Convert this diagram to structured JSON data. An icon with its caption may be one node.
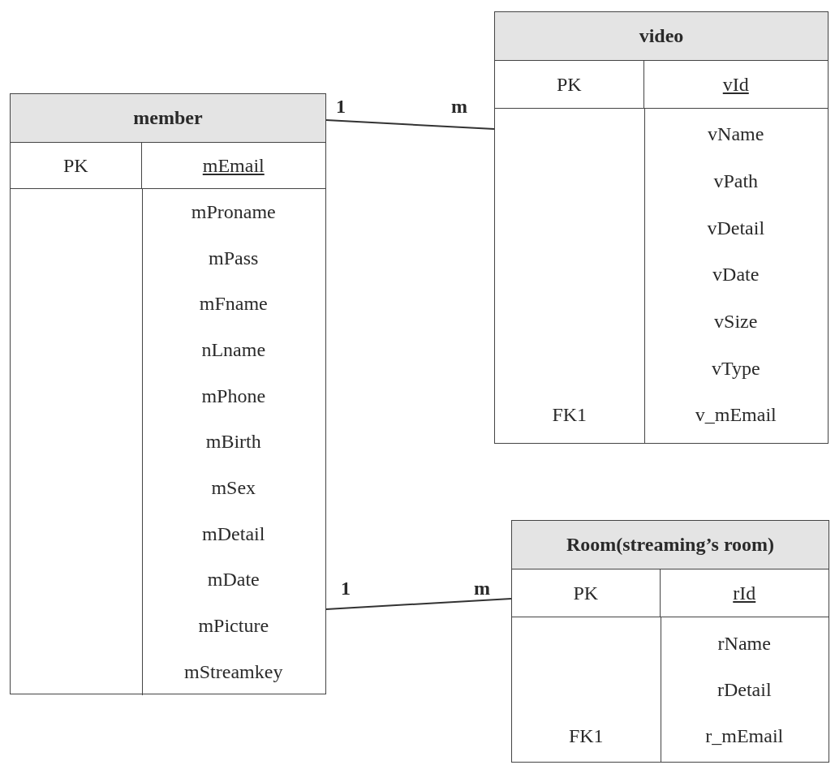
{
  "diagram": {
    "nodes": [
      {
        "text": [
          "member"
        ]
      },
      {
        "text": [
          "PK",
          "mEmail"
        ],
        "in": 0
      },
      {
        "text": [],
        "shape": "box",
        "in": 0
      },
      {
        "text": [
          "mProname"
        ],
        "in": 2
      },
      {
        "text": [
          "mPass"
        ],
        "in": 2
      },
      {
        "text": [
          "mFname"
        ],
        "in": 2
      },
      {
        "text": [
          "nLname"
        ],
        "in": 2
      },
      {
        "text": [
          "mPhone"
        ],
        "in": 2
      },
      {
        "text": [
          "mBirth"
        ],
        "in": 2
      },
      {
        "text": [
          "mSex"
        ],
        "in": 2
      },
      {
        "text": [
          "mDetail"
        ],
        "in": 2
      },
      {
        "text": [
          "mDate"
        ],
        "in": 2
      },
      {
        "text": [
          "mPicture"
        ],
        "in": 2
      },
      {
        "text": [
          "mStreamkey"
        ],
        "in": 2
      },
      {
        "text": [
          "video"
        ]
      },
      {
        "text": [
          "PK",
          "vId"
        ],
        "in": 14
      },
      {
        "text": [],
        "shape": "box",
        "in": 14
      },
      {
        "text": [
          "vName"
        ],
        "in": 16
      },
      {
        "text": [
          "vPath"
        ],
        "in": 16
      },
      {
        "text": [
          "vDetail"
        ],
        "in": 16
      },
      {
        "text": [
          "vDate"
        ],
        "in": 16
      },
      {
        "text": [
          "vSize"
        ],
        "in": 16
      },
      {
        "text": [
          "vType"
        ],
        "in": 16
      },
      {
        "text": [
          "FK1",
          "v_mEmail"
        ],
        "in": 16
      },
      {
        "text": [
          "Room(streaming’s room)"
        ]
      },
      {
        "text": [
          "PK",
          "rId"
        ],
        "in": 24
      },
      {
        "text": [],
        "shape": "box",
        "in": 24
      },
      {
        "text": [
          "rName"
        ],
        "in": 26
      },
      {
        "text": [
          "rDetail"
        ],
        "in": 26
      },
      {
        "text": [
          "FK1",
          "r_mEmail"
        ],
        "in": 26
      }
    ],
    "edges": [
      {
        "from": 0,
        "to": 14,
        "arrow": "none"
      },
      {
        "from": 0,
        "to": 24,
        "arrow": "none"
      }
    ],
    "labels": [
      "1",
      "m",
      "1",
      "m"
    ]
  }
}
